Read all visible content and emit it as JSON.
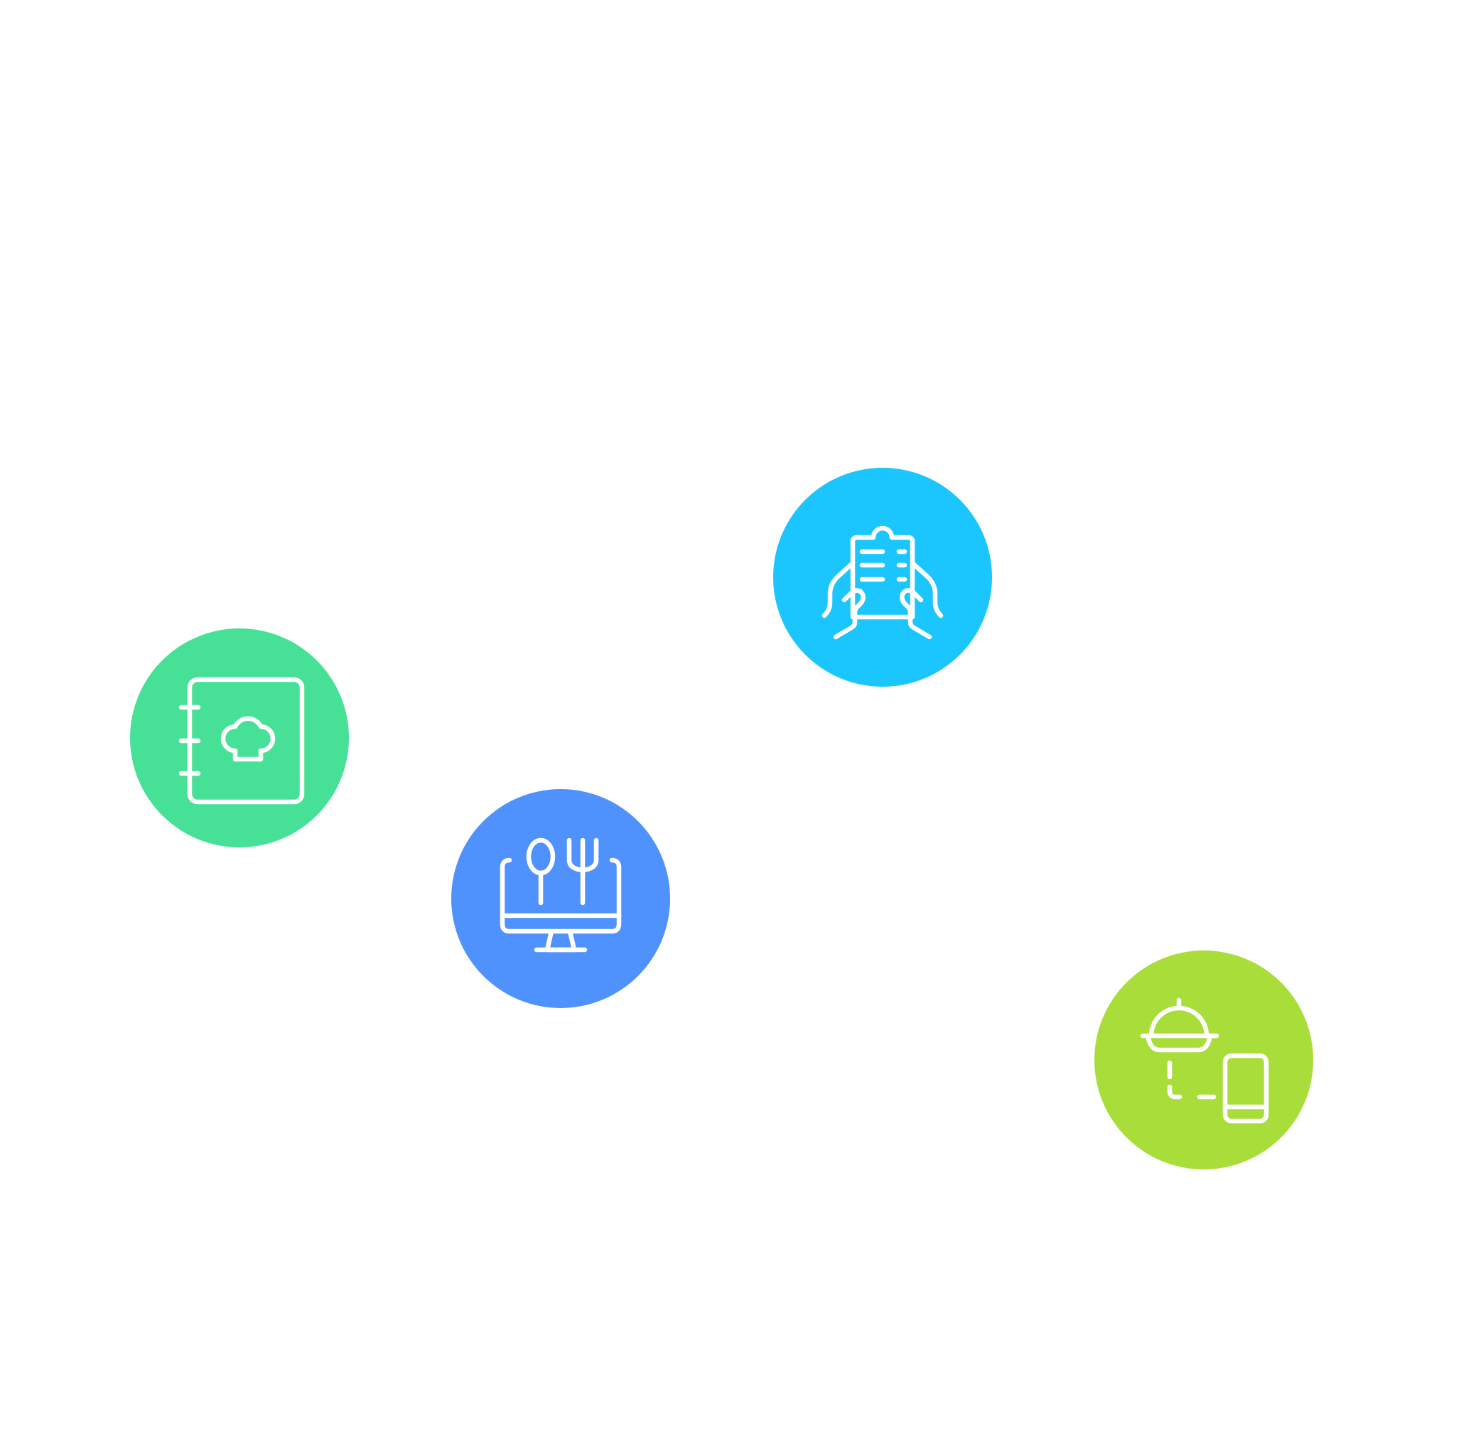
{
  "badges": [
    {
      "key": "recipe",
      "icon": "recipe-book-chef-hat-icon",
      "color": "#46e196"
    },
    {
      "key": "menu",
      "icon": "hands-holding-menu-icon",
      "color": "#1ac6fd"
    },
    {
      "key": "online",
      "icon": "monitor-spoon-fork-icon",
      "color": "#4f92fe"
    },
    {
      "key": "deliver",
      "icon": "cloche-to-phone-delivery-icon",
      "color": "#a9dd3a"
    }
  ]
}
